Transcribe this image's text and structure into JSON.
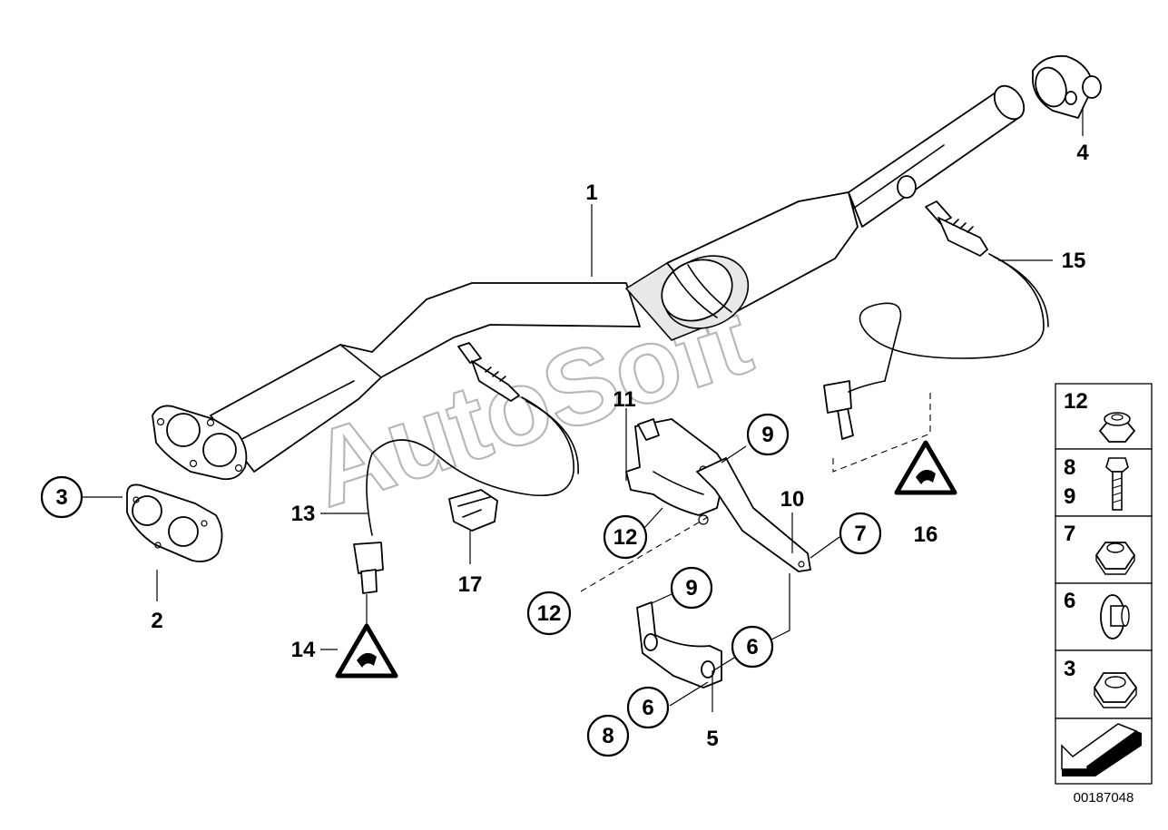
{
  "diagram_id": "00187048",
  "watermark": "AutoSoft",
  "callouts": {
    "c1": "1",
    "c2": "2",
    "c3": "3",
    "c4": "4",
    "c5": "5",
    "c6a": "6",
    "c6b": "6",
    "c7": "7",
    "c8": "8",
    "c9a": "9",
    "c9b": "9",
    "c10": "10",
    "c11": "11",
    "c12a": "12",
    "c12b": "12",
    "c13": "13",
    "c14": "14",
    "c15": "15",
    "c16": "16",
    "c17": "17"
  },
  "legend": {
    "r1": "12",
    "r2a": "8",
    "r2b": "9",
    "r3": "7",
    "r4": "6",
    "r5": "3"
  },
  "icons": [
    "catalytic-converter",
    "flange-gasket",
    "pipe-clamp",
    "oxygen-sensor",
    "wiring-harness",
    "bracket",
    "hex-nut",
    "bolt",
    "collar-nut",
    "washer-screw",
    "warning-triangle-icon",
    "direction-arrow-icon"
  ]
}
